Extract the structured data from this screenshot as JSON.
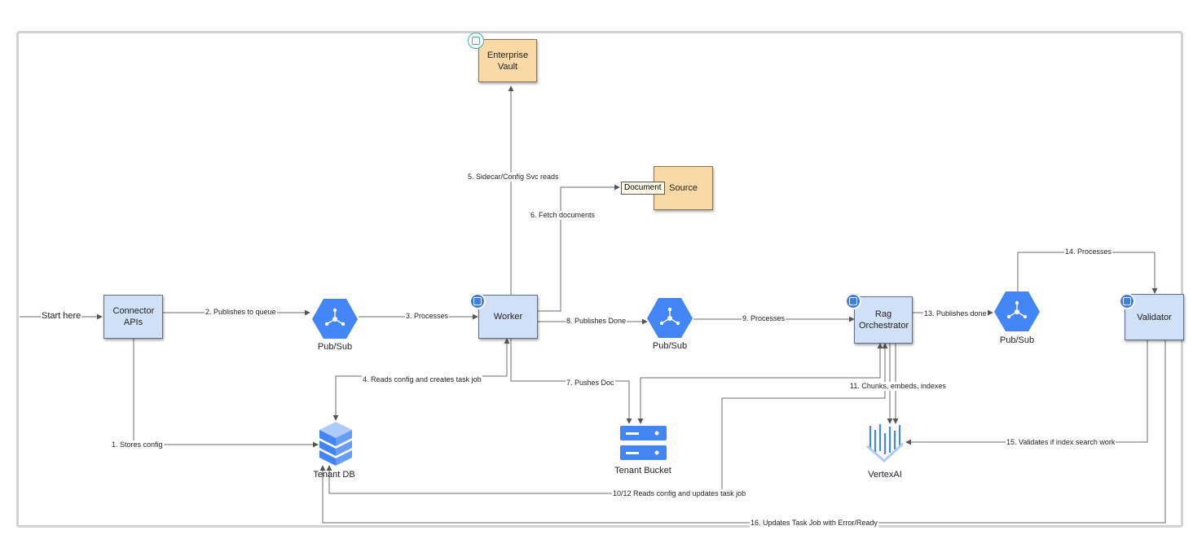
{
  "nodes": {
    "start": "Start here",
    "connector_apis": "Connector APIs",
    "pubsub_1": "Pub/Sub",
    "worker": "Worker",
    "enterprise_vault": "Enterprise Vault",
    "document": "Document",
    "source": "Source",
    "pubsub_2": "Pub/Sub",
    "rag_orchestrator": "Rag Orchestrator",
    "pubsub_3": "Pub/Sub",
    "validator": "Validator",
    "tenant_db": "Tenant DB",
    "tenant_bucket": "Tenant Bucket",
    "vertexai": "VertexAI"
  },
  "edges": {
    "e1": "1. Stores config",
    "e2": "2. Publishes to queue",
    "e3": "3. Processes",
    "e4": "4. Reads config and creates task job",
    "e5": "5. Sidecar/Config Svc reads",
    "e6": "6. Fetch documents",
    "e7": "7. Pushes Doc",
    "e8": "8. Publishes Done",
    "e9": "9. Processes",
    "e1012": "10/12 Reads config and updates task job",
    "e11": "11. Chunks, embeds, indexes",
    "e13": "13. Publishes done",
    "e14": "14. Processes",
    "e15": "15. Validates if index search work",
    "e16": "16. Updates Task Job with Error/Ready"
  },
  "colors": {
    "service_box": "#cfe0f7",
    "external_box": "#f9d9a6",
    "gcp_blue": "#4285f4",
    "line": "#6b6b6b"
  },
  "icons": {
    "pubsub": "pubsub-hex-icon",
    "database": "database-stack-icon",
    "bucket": "storage-bucket-icon",
    "vertexai": "vertexai-icon",
    "service_badge": "gcp-service-badge-icon",
    "vault_badge": "vault-gear-icon"
  }
}
